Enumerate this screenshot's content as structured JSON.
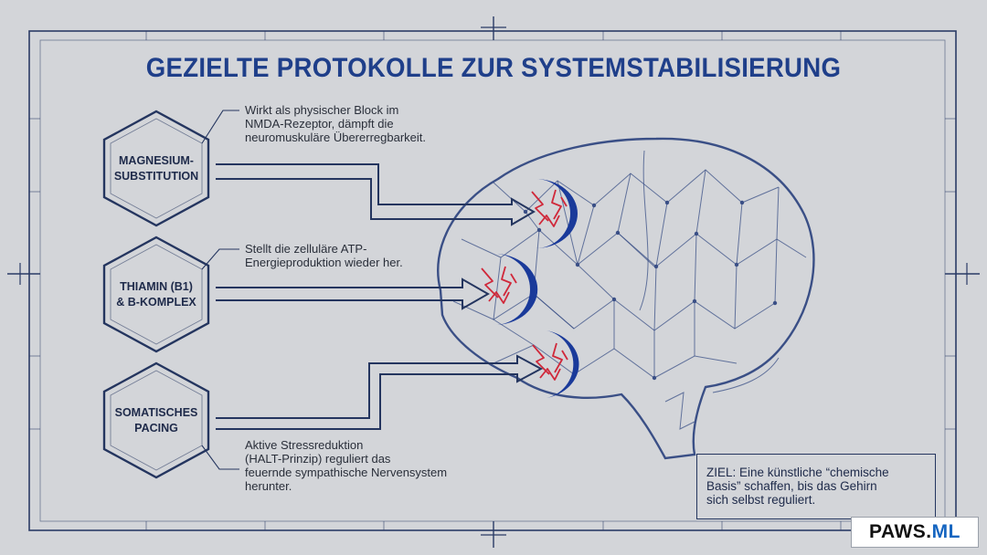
{
  "title": "GEZIELTE PROTOKOLLE ZUR SYSTEMSTABILISIERUNG",
  "protocols": [
    {
      "label_lines": [
        "MAGNESIUM-",
        "SUBSTITUTION"
      ],
      "description_lines": [
        "Wirkt als physischer Block im",
        "NMDA-Rezeptor, dämpft die",
        "neuromuskuläre Übererregbarkeit."
      ]
    },
    {
      "label_lines": [
        "THIAMIN (B1)",
        "& B-KOMPLEX"
      ],
      "description_lines": [
        "Stellt die zelluläre ATP-",
        "Energieproduktion wieder her."
      ]
    },
    {
      "label_lines": [
        "SOMATISCHES",
        "PACING"
      ],
      "description_lines": [
        "Aktive Stressreduktion",
        "(HALT-Prinzip) reguliert das",
        "feuernde sympathische Nervensystem",
        "herunter."
      ]
    }
  ],
  "goal_lines": [
    "ZIEL: Eine künstliche “chemische",
    "Basis” schaffen, bis das Gehirn",
    "sich selbst reguliert."
  ],
  "logo": {
    "main": "PAWS.",
    "accent": "ML"
  },
  "colors": {
    "background": "#d3d5d9",
    "line": "#24355f",
    "title": "#1f3f8a",
    "accent_blue": "#1a3a9a",
    "spark": "#d0283a"
  },
  "icons": [
    "brain-illustration",
    "spark-icon",
    "arrow-icon"
  ]
}
